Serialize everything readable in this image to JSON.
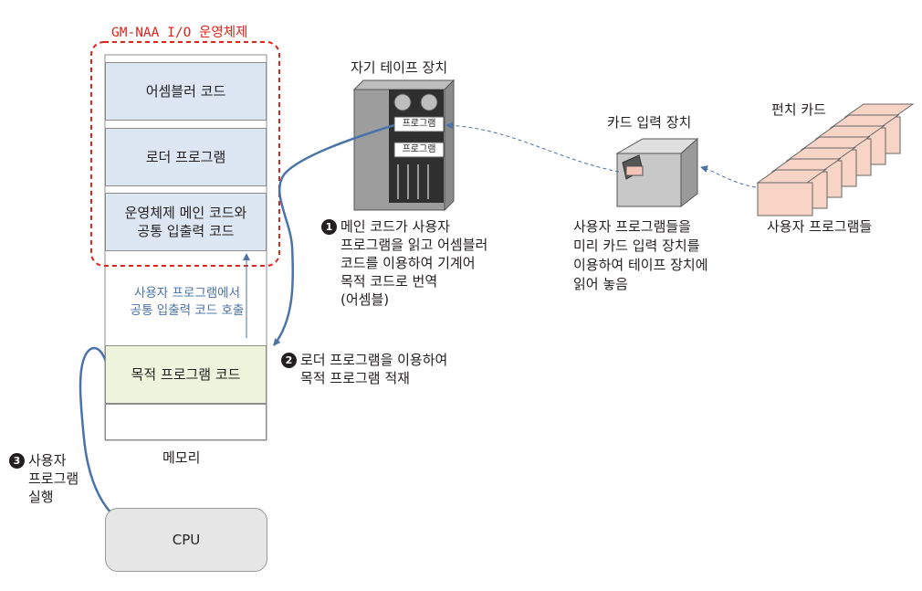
{
  "os_title": "GM-NAA I/O 운영체제",
  "memory": {
    "blocks": [
      "어셈블러 코드",
      "로더 프로그램",
      "운영체제 메인 코드와\n공통 입출력 코드",
      "목적 프로그램 코드"
    ],
    "label": "메모리",
    "call_note": "사용자 프로그램에서\n공통 입출력 코드 호출"
  },
  "tape": {
    "label": "자기 테이프 장치",
    "slot1": "프로그램",
    "slot2": "프로그램"
  },
  "card_reader": {
    "label": "카드 입력 장치",
    "desc": "사용자 프로그램들을\n미리 카드 입력 장치를\n이용하여 테이프 장치에\n읽어 놓음"
  },
  "punch_cards": {
    "label": "펀치 카드",
    "desc": "사용자 프로그램들"
  },
  "steps": [
    {
      "num": "1",
      "text": "메인 코드가 사용자\n프로그램을 읽고 어셈블러\n코드를 이용하여 기계어\n목적 코드로 번역\n(어셈블)"
    },
    {
      "num": "2",
      "text": "로더 프로그램을 이용하여\n목적 프로그램 적재"
    },
    {
      "num": "3",
      "text": "사용자\n프로그램\n실행"
    }
  ],
  "cpu": "CPU",
  "colors": {
    "arrow": "#4a73a8",
    "os_border": "#e2231a",
    "os_fill": "#dde7f4",
    "target_fill": "#eef5dc"
  }
}
